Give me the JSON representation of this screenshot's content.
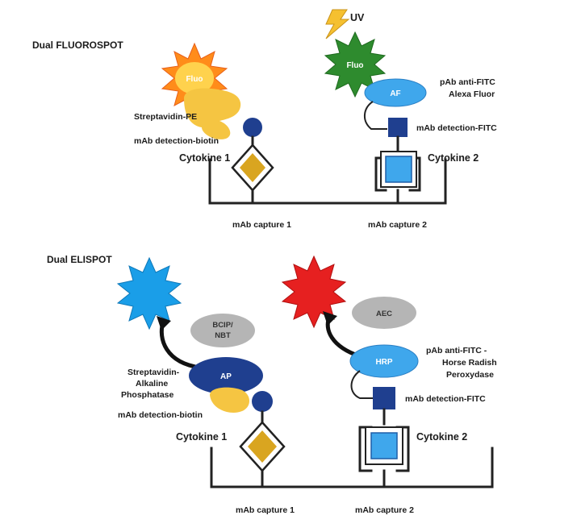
{
  "colors": {
    "orange_star": "#ff8c1a",
    "orange_star_core": "#ffd24d",
    "green_star": "#2e8b2e",
    "blue_star": "#1a9ee8",
    "red_star": "#e62020",
    "yellow": "#f5c542",
    "dark_blue": "#1f3f8f",
    "mid_blue": "#2f7fd6",
    "light_blue": "#3fa7ec",
    "gold": "#d9a520",
    "grey": "#b5b5b5",
    "lightning": "#f5c030"
  },
  "fluorospot": {
    "title": "Dual FLUOROSPOT",
    "uv_label": "UV",
    "fluo_left": "Fluo",
    "fluo_right": "Fluo",
    "af_label": "AF",
    "streptavidin": "Streptavidin-PE",
    "mab_biotin": "mAb detection-biotin",
    "pab_line1": "pAb anti-FITC",
    "pab_line2": "Alexa Fluor",
    "mab_fitc": "mAb detection-FITC",
    "cytokine1": "Cytokine 1",
    "cytokine2": "Cytokine 2",
    "capture1": "mAb capture 1",
    "capture2": "mAb capture 2"
  },
  "elispot": {
    "title": "Dual ELISPOT",
    "bcip_line1": "BCIP/",
    "bcip_line2": "NBT",
    "aec_label": "AEC",
    "ap_label": "AP",
    "hrp_label": "HRP",
    "strep_line1": "Streptavidin-",
    "strep_line2": "Alkaline",
    "strep_line3": "Phosphatase",
    "mab_biotin": "mAb detection-biotin",
    "pab_line1": "pAb anti-FITC -",
    "pab_line2": "Horse Radish",
    "pab_line3": "Peroxydase",
    "mab_fitc": "mAb detection-FITC",
    "cytokine1": "Cytokine 1",
    "cytokine2": "Cytokine 2",
    "capture1": "mAb capture 1",
    "capture2": "mAb capture 2"
  }
}
